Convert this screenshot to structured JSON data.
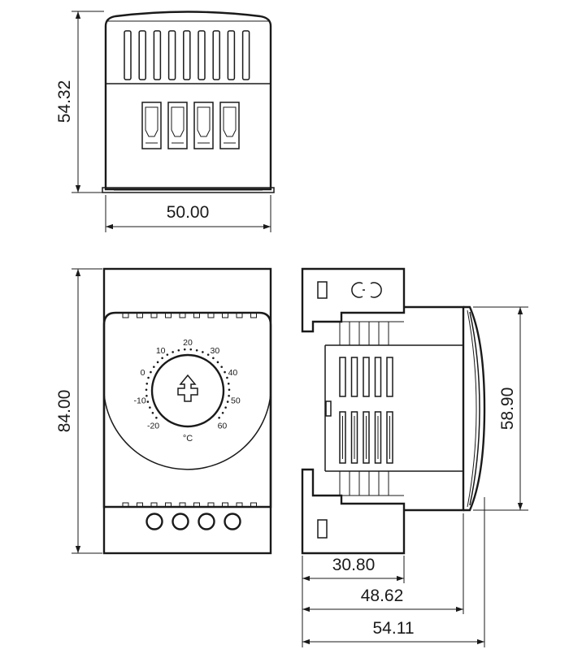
{
  "dimensions": {
    "top_height": "54.32",
    "top_width": "50.00",
    "front_height": "84.00",
    "side_height": "58.90",
    "side_depth_1": "30.80",
    "side_depth_2": "48.62",
    "side_depth_3": "54.11"
  },
  "dial": {
    "scale_labels": [
      "-20",
      "-10",
      "0",
      "10",
      "20",
      "30",
      "40",
      "50",
      "60"
    ],
    "unit": "°C"
  },
  "colors": {
    "line": "#1a1a1a",
    "background": "#ffffff"
  }
}
